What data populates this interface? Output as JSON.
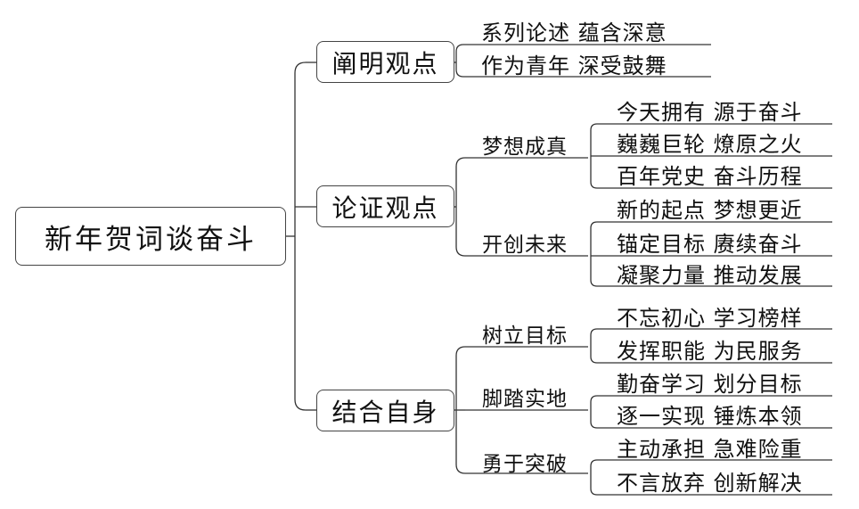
{
  "root": "新年贺词谈奋斗",
  "branches": [
    {
      "label": "阐明观点",
      "children": [
        {
          "text": "系列论述  蕴含深意"
        },
        {
          "text": "作为青年  深受鼓舞"
        }
      ]
    },
    {
      "label": "论证观点",
      "children": [
        {
          "label": "梦想成真",
          "children": [
            "今天拥有  源于奋斗",
            "巍巍巨轮  燎原之火",
            "百年党史  奋斗历程"
          ]
        },
        {
          "label": "开创未来",
          "children": [
            "新的起点  梦想更近",
            "锚定目标  赓续奋斗",
            "凝聚力量  推动发展"
          ]
        }
      ]
    },
    {
      "label": "结合自身",
      "children": [
        {
          "label": "树立目标",
          "children": [
            "不忘初心  学习榜样",
            "发挥职能  为民服务"
          ]
        },
        {
          "label": "脚踏实地",
          "children": [
            "勤奋学习  划分目标",
            "逐一实现  锤炼本领"
          ]
        },
        {
          "label": "勇于突破",
          "children": [
            "主动承担  急难险重",
            "不言放弃  创新解决"
          ]
        }
      ]
    }
  ]
}
